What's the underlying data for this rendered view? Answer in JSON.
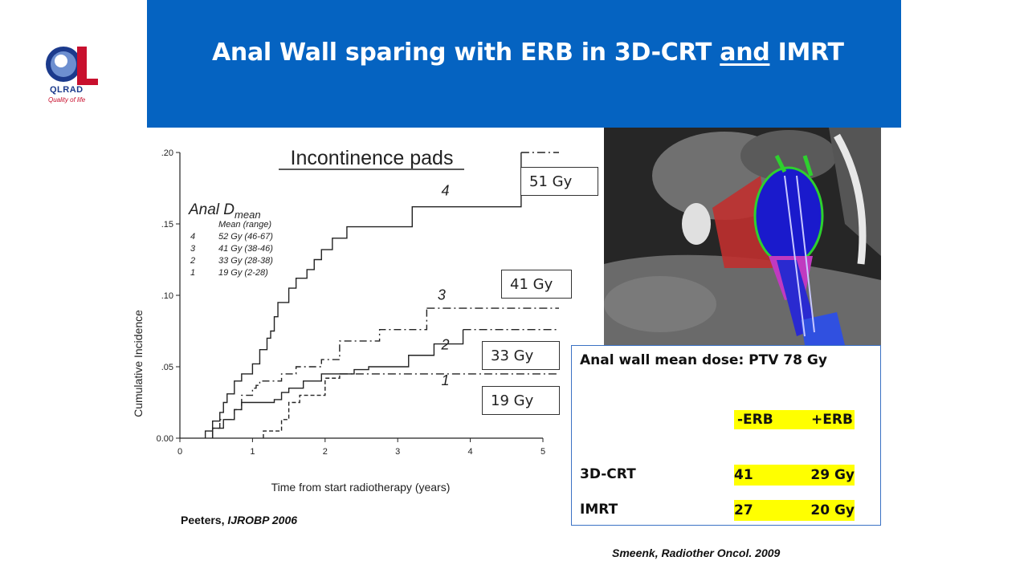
{
  "logo": {
    "name": "QLRAD",
    "tagline": "Quality of life"
  },
  "slide": {
    "title_part1": "Anal Wall sparing with ERB in 3D-CRT ",
    "title_underlined": "and",
    "title_part2": " IMRT"
  },
  "chart_data": {
    "type": "line",
    "title": "Incontinence pads",
    "xlabel": "Time from start radiotherapy (years)",
    "ylabel": "Cumulative Incidence",
    "xlim": [
      0,
      5
    ],
    "ylim": [
      0,
      0.2
    ],
    "x_ticks": [
      "0",
      "1",
      "2",
      "3",
      "4",
      "5"
    ],
    "y_ticks": [
      "0.00",
      ".05",
      ".10",
      ".15",
      ".20"
    ],
    "legend": {
      "title": "Anal D",
      "title_sub": "mean",
      "subtitle": "Mean (range)",
      "entries": [
        {
          "num": "4",
          "text": "52 Gy (46-67)"
        },
        {
          "num": "3",
          "text": "41 Gy (38-46)"
        },
        {
          "num": "2",
          "text": "33 Gy (28-38)"
        },
        {
          "num": "1",
          "text": "19 Gy (2-28)"
        }
      ]
    },
    "series": [
      {
        "name": "4",
        "label_x": 3.6,
        "label_y": 0.17,
        "x": [
          0.35,
          0.45,
          0.55,
          0.6,
          0.65,
          0.75,
          0.85,
          1.0,
          1.1,
          1.2,
          1.25,
          1.3,
          1.35,
          1.5,
          1.6,
          1.75,
          1.85,
          1.95,
          2.1,
          2.3,
          2.45,
          3.2,
          4.7
        ],
        "y": [
          0.005,
          0.012,
          0.018,
          0.025,
          0.031,
          0.04,
          0.045,
          0.052,
          0.062,
          0.07,
          0.075,
          0.085,
          0.095,
          0.105,
          0.112,
          0.118,
          0.125,
          0.132,
          0.14,
          0.148,
          0.148,
          0.162,
          0.2
        ],
        "end_x": 5.0,
        "ext_x": 4.7
      },
      {
        "name": "3",
        "label_x": 3.55,
        "label_y": 0.097,
        "x": [
          0.45,
          0.55,
          0.75,
          0.85,
          1.0,
          1.05,
          1.1,
          1.4,
          1.6,
          1.95,
          2.2,
          2.75,
          2.8,
          3.4
        ],
        "y": [
          0.007,
          0.013,
          0.02,
          0.03,
          0.035,
          0.037,
          0.04,
          0.045,
          0.05,
          0.055,
          0.068,
          0.076,
          0.076,
          0.091
        ],
        "end_x": 5.0,
        "ext_x": 3.4
      },
      {
        "name": "2",
        "label_x": 3.6,
        "label_y": 0.062,
        "x": [
          0.45,
          0.6,
          0.75,
          0.85,
          1.3,
          1.4,
          1.5,
          1.7,
          1.95,
          2.4,
          2.6,
          3.15,
          3.5,
          3.9
        ],
        "y": [
          0.007,
          0.013,
          0.02,
          0.025,
          0.027,
          0.032,
          0.035,
          0.04,
          0.045,
          0.048,
          0.05,
          0.058,
          0.066,
          0.076
        ],
        "end_x": 5.0,
        "ext_x": 3.9
      },
      {
        "name": "1",
        "label_x": 3.6,
        "label_y": 0.037,
        "x": [
          1.15,
          1.4,
          1.5,
          1.65,
          2.0,
          2.2
        ],
        "y": [
          0.005,
          0.013,
          0.025,
          0.03,
          0.042,
          0.045
        ],
        "end_x": 5.0,
        "ext_x": 2.2
      }
    ]
  },
  "callouts": {
    "s4": "51 Gy",
    "s3": "41 Gy",
    "s2": "33 Gy",
    "s1": "19 Gy"
  },
  "table": {
    "title": "Anal wall mean dose: PTV 78 Gy",
    "col_minus": "-ERB",
    "col_plus": "+ERB",
    "rows": [
      {
        "label": "3D-CRT",
        "minus": "41",
        "plus": "29 Gy"
      },
      {
        "label": "IMRT",
        "minus": "27",
        "plus": "20 Gy"
      }
    ]
  },
  "citations": {
    "left_author": "Peeters, ",
    "left_journal": "IJROBP 2006",
    "right": "Smeenk, Radiother Oncol. 2009"
  },
  "colors": {
    "banner": "#0563c1",
    "highlight": "#ffff00",
    "table_border": "#3b72c4"
  }
}
